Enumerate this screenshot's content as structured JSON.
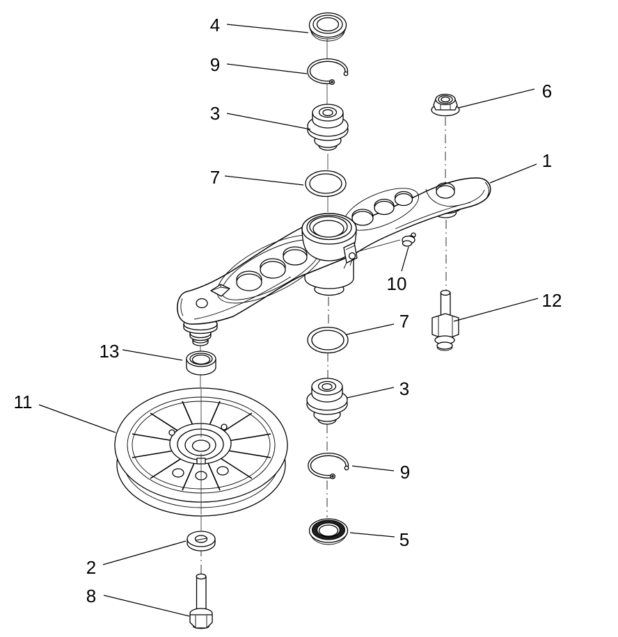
{
  "diagram": {
    "kind": "exploded-parts-diagram",
    "colors": {
      "background": "#ffffff",
      "line": "#000000",
      "seal_dark": "#1f1f1f"
    }
  },
  "callouts": [
    {
      "label": "4",
      "part": "seal-upper"
    },
    {
      "label": "9",
      "part": "retaining-ring-upper"
    },
    {
      "label": "3",
      "part": "bearing-upper"
    },
    {
      "label": "6",
      "part": "flange-lock-nut"
    },
    {
      "label": "1",
      "part": "idler-arm"
    },
    {
      "label": "7",
      "part": "o-ring-upper"
    },
    {
      "label": "10",
      "part": "grease-fitting"
    },
    {
      "label": "12",
      "part": "spacer-stud"
    },
    {
      "label": "7",
      "part": "o-ring-lower"
    },
    {
      "label": "13",
      "part": "spacer-bushing"
    },
    {
      "label": "3",
      "part": "bearing-lower"
    },
    {
      "label": "11",
      "part": "idler-pulley"
    },
    {
      "label": "9",
      "part": "retaining-ring-lower"
    },
    {
      "label": "5",
      "part": "seal-lower"
    },
    {
      "label": "2",
      "part": "flat-washer"
    },
    {
      "label": "8",
      "part": "hex-bolt"
    }
  ]
}
